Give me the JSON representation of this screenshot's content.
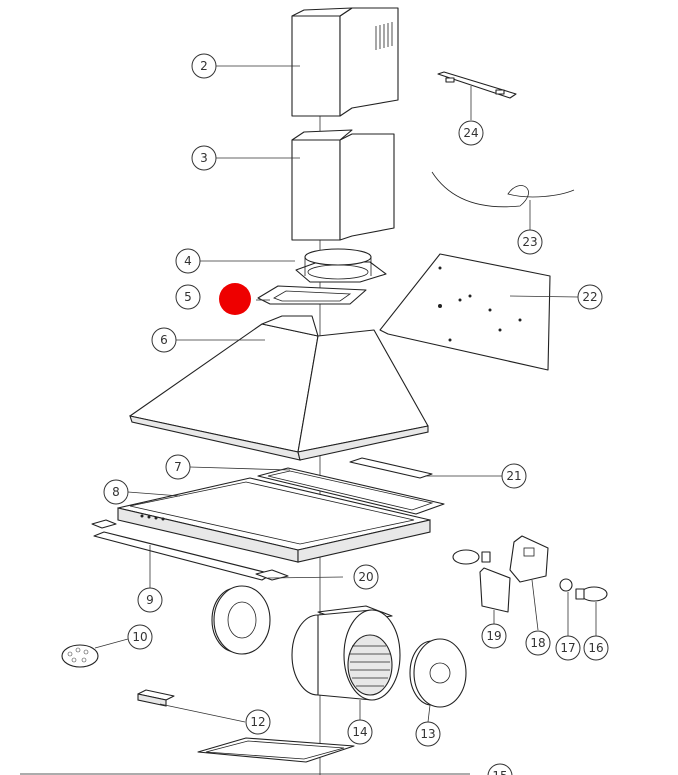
{
  "diagram": {
    "callouts": [
      "2",
      "3",
      "4",
      "5",
      "6",
      "7",
      "8",
      "9",
      "10",
      "12",
      "13",
      "14",
      "15",
      "16",
      "17",
      "18",
      "19",
      "20",
      "21",
      "22",
      "23",
      "24"
    ],
    "highlight_color": "#ee0000"
  }
}
